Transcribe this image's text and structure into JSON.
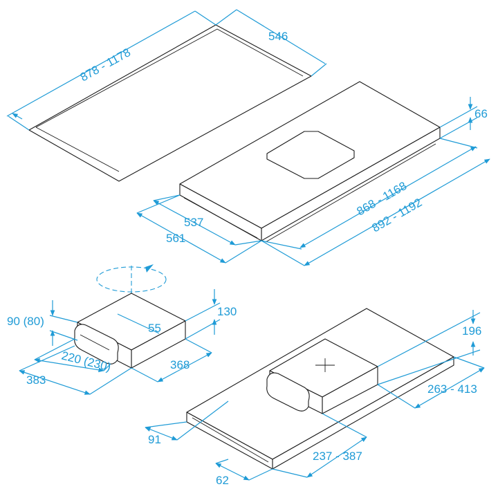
{
  "colors": {
    "dimension": "#1f9bd6",
    "outline": "#1a1a1a",
    "background": "#ffffff"
  },
  "dimensions": {
    "ceiling_length": "878 - 1178",
    "ceiling_width": "546",
    "hood_height": "66",
    "hood_inner_length": "868 - 1168",
    "hood_outer_length": "892 - 1192",
    "hood_inner_width": "537",
    "hood_outer_width": "561",
    "motor_height_top": "130",
    "motor_height": "90 (80)",
    "motor_rotation": "55",
    "motor_duct_width": "220 (230)",
    "motor_depth": "368",
    "motor_width": "383",
    "assembly_motor_height": "196",
    "assembly_motor_offset": "263 - 413",
    "assembly_side_offset": "91",
    "assembly_length_range": "237 - 387",
    "assembly_front_offset": "62"
  }
}
